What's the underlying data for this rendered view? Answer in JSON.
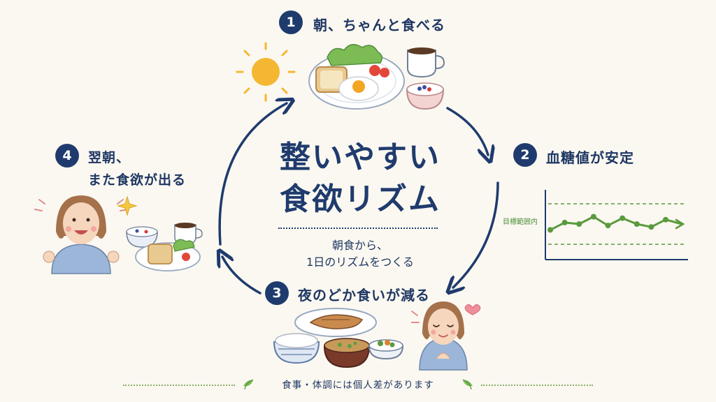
{
  "title": {
    "line1": "整いやすい",
    "line2": "食欲リズム"
  },
  "subtitle": {
    "line1": "朝食から、",
    "line2": "1日のリズムをつくる"
  },
  "steps": [
    {
      "number": "1",
      "label": "朝、ちゃんと食べる"
    },
    {
      "number": "2",
      "label": "血糖値が安定"
    },
    {
      "number": "3",
      "label": "夜のどか食いが減る"
    },
    {
      "number": "4",
      "line1": "翌朝、",
      "line2": "また食欲が出る"
    }
  ],
  "glucose_chart": {
    "target_label": "目標範囲内",
    "values": [
      0.3,
      0.55,
      0.5,
      0.75,
      0.45,
      0.7,
      0.5,
      0.4,
      0.65
    ]
  },
  "footer": {
    "note": "食事・体調には個人差があります"
  },
  "colors": {
    "navy": "#1f3b6e",
    "green": "#5a9a3e",
    "sun": "#f5b731",
    "background": "#fbf8f1"
  }
}
